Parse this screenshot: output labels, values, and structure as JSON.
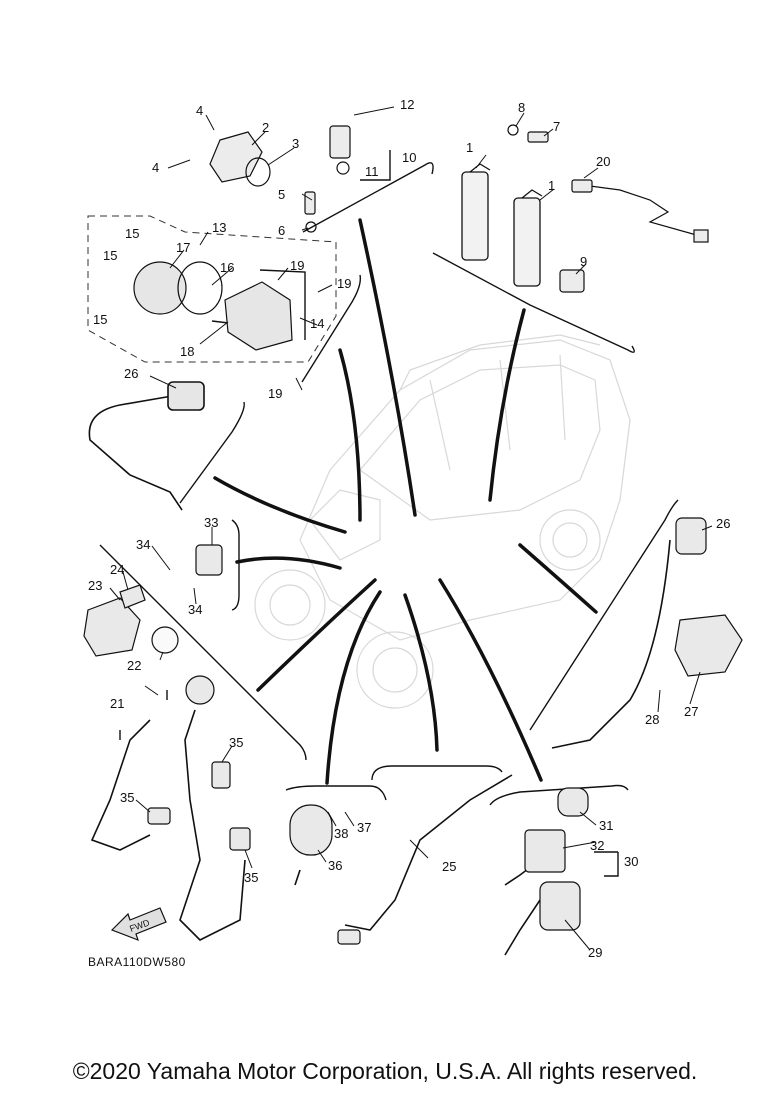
{
  "diagram": {
    "drawing_code": "BARA110DW580",
    "fwd_label": "FWD",
    "copyright": "©2020 Yamaha Motor Corporation, U.S.A. All rights reserved.",
    "callouts": [
      {
        "id": "c1a",
        "label": "1"
      },
      {
        "id": "c1b",
        "label": "1"
      },
      {
        "id": "c2",
        "label": "2"
      },
      {
        "id": "c3",
        "label": "3"
      },
      {
        "id": "c4a",
        "label": "4"
      },
      {
        "id": "c4b",
        "label": "4"
      },
      {
        "id": "c5",
        "label": "5"
      },
      {
        "id": "c6",
        "label": "6"
      },
      {
        "id": "c7",
        "label": "7"
      },
      {
        "id": "c8",
        "label": "8"
      },
      {
        "id": "c9",
        "label": "9"
      },
      {
        "id": "c10",
        "label": "10"
      },
      {
        "id": "c11",
        "label": "11"
      },
      {
        "id": "c12",
        "label": "12"
      },
      {
        "id": "c13",
        "label": "13"
      },
      {
        "id": "c14",
        "label": "14"
      },
      {
        "id": "c15a",
        "label": "15"
      },
      {
        "id": "c15b",
        "label": "15"
      },
      {
        "id": "c15c",
        "label": "15"
      },
      {
        "id": "c16",
        "label": "16"
      },
      {
        "id": "c17",
        "label": "17"
      },
      {
        "id": "c18",
        "label": "18"
      },
      {
        "id": "c19a",
        "label": "19"
      },
      {
        "id": "c19b",
        "label": "19"
      },
      {
        "id": "c19c",
        "label": "19"
      },
      {
        "id": "c20",
        "label": "20"
      },
      {
        "id": "c21",
        "label": "21"
      },
      {
        "id": "c22",
        "label": "22"
      },
      {
        "id": "c23",
        "label": "23"
      },
      {
        "id": "c24",
        "label": "24"
      },
      {
        "id": "c25",
        "label": "25"
      },
      {
        "id": "c26a",
        "label": "26"
      },
      {
        "id": "c26b",
        "label": "26"
      },
      {
        "id": "c27",
        "label": "27"
      },
      {
        "id": "c28",
        "label": "28"
      },
      {
        "id": "c29",
        "label": "29"
      },
      {
        "id": "c30",
        "label": "30"
      },
      {
        "id": "c31",
        "label": "31"
      },
      {
        "id": "c32",
        "label": "32"
      },
      {
        "id": "c33",
        "label": "33"
      },
      {
        "id": "c34a",
        "label": "34"
      },
      {
        "id": "c34b",
        "label": "34"
      },
      {
        "id": "c35a",
        "label": "35"
      },
      {
        "id": "c35b",
        "label": "35"
      },
      {
        "id": "c35c",
        "label": "35"
      },
      {
        "id": "c36",
        "label": "36"
      },
      {
        "id": "c37",
        "label": "37"
      },
      {
        "id": "c38",
        "label": "38"
      }
    ]
  }
}
